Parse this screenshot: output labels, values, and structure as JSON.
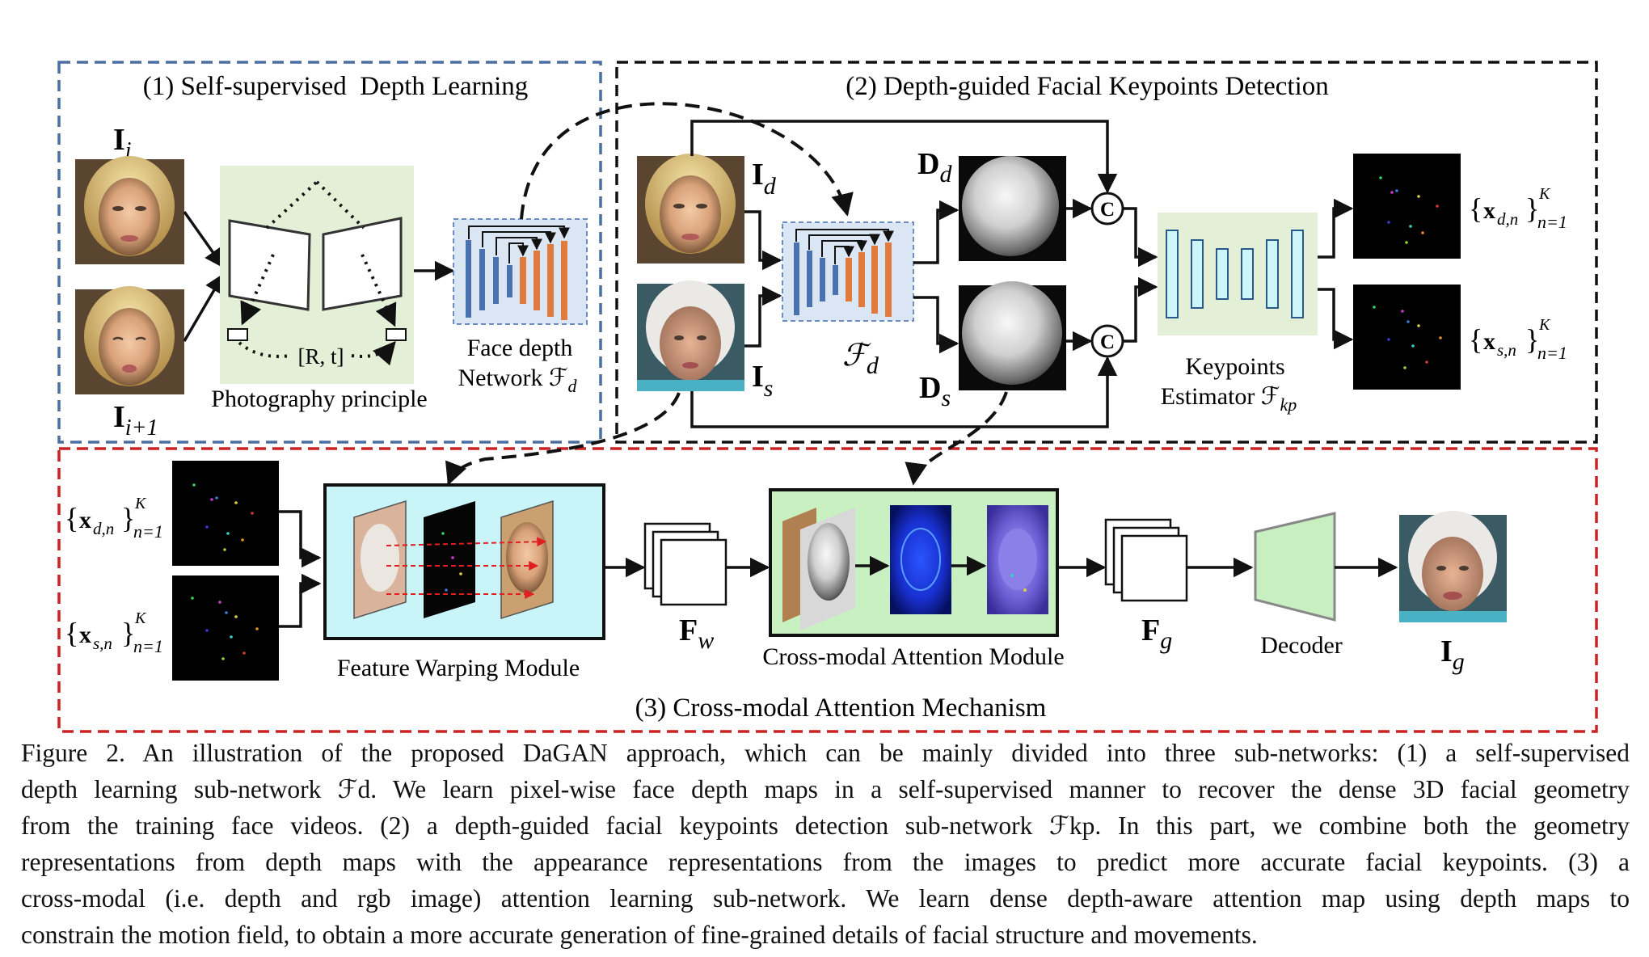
{
  "panels": {
    "p1_title": "(1) Self-supervised  Depth Learning",
    "p2_title": "(2) Depth-guided Facial Keypoints Detection",
    "p3_title": "(3) Cross-modal Attention Mechanism"
  },
  "colors": {
    "panel1_border": "#4a6fa0",
    "panel2_border": "#111111",
    "panel3_border": "#cc2222",
    "green_fill": "#e3efd6",
    "blue_fill": "#dbe6f4",
    "encoder_bar": "#4a72b0",
    "decoder_bar": "#e07a3e",
    "cyan_fill": "#cdf6fb",
    "warp_box": "#c9f5f8",
    "attention_box": "#c8f0c0",
    "decoder_shape": "#c8efbf"
  },
  "labels": {
    "Ii_main": "I",
    "Ii_sub": "i",
    "Ii1_main": "I",
    "Ii1_sub": "i+1",
    "photography": "Photography principle",
    "rt": "[R, t]",
    "face_depth_line1": "Face depth",
    "face_depth_line2": "Network ℱ",
    "face_depth_sub": "d",
    "Id_main": "I",
    "Id_sub": "d",
    "Is_main": "I",
    "Is_sub": "s",
    "Fd_main": "ℱ",
    "Fd_sub": "d",
    "Dd_main": "D",
    "Dd_sub": "d",
    "Ds_main": "D",
    "Ds_sub": "s",
    "concat": "C",
    "kp_line1": "Keypoints",
    "kp_line2": "Estimator ℱ",
    "kp_sub": "kp",
    "xd_brace_l": "{",
    "xd_x": "x",
    "xd_sub": "d,n",
    "xd_brace_r": "}",
    "xd_sup": "K",
    "xd_lower": "n=1",
    "xs_x": "x",
    "xs_sub": "s,n",
    "fwm": "Feature Warping Module",
    "Fw_main": "F",
    "Fw_sub": "w",
    "cam": "Cross-modal Attention Module",
    "Fg_main": "F",
    "Fg_sub": "g",
    "decoder": "Decoder",
    "Ig_main": "I",
    "Ig_sub": "g"
  },
  "caption": {
    "lines": [
      "Figure 2.  An illustration of the proposed DaGAN approach, which can be mainly divided into three sub-networks: (1) a self-supervised",
      "depth learning sub-network ℱd.  We learn pixel-wise face depth maps in a self-supervised manner to recover the dense 3D facial geometry",
      "from the training face videos. (2) a depth-guided facial keypoints detection sub-network ℱkp. In this part, we combine both the geometry",
      "representations from depth maps with the appearance representations from the images to predict more accurate facial keypoints.  (3) a",
      "cross-modal (i.e. depth and rgb image) attention learning sub-network.  We learn dense depth-aware attention map using depth maps to",
      "constrain the motion field, to obtain a more accurate generation of fine-grained details of facial structure and movements."
    ]
  }
}
